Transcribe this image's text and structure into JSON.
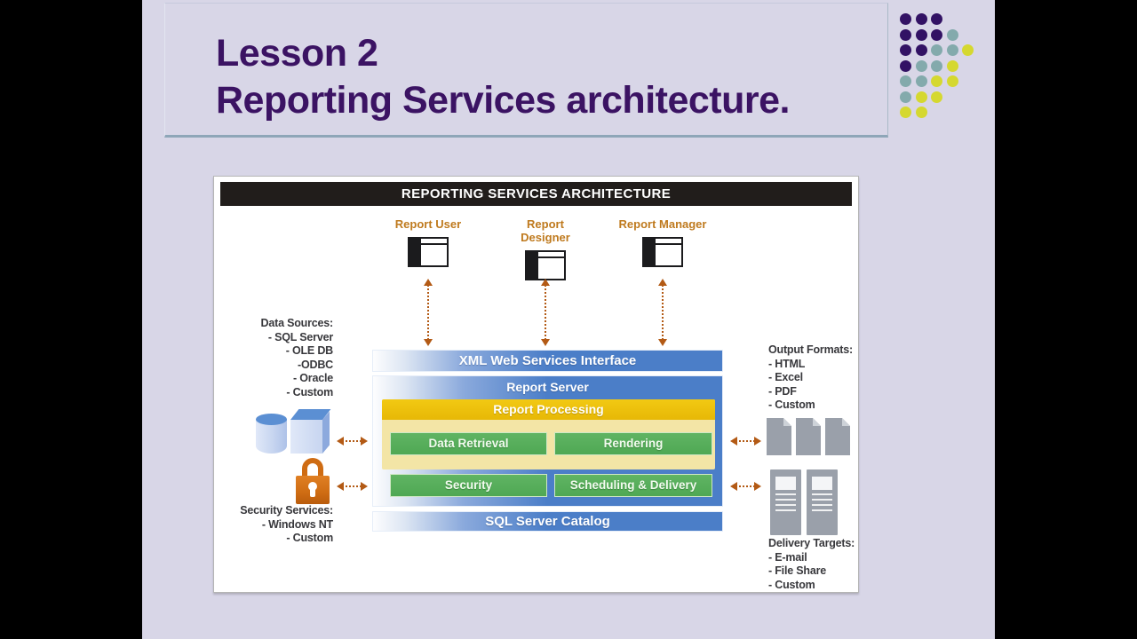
{
  "slide": {
    "title_line1": "Lesson 2",
    "title_line2": "Reporting Services architecture."
  },
  "diagram": {
    "header": "REPORTING SERVICES ARCHITECTURE",
    "actors": [
      {
        "label": "Report User"
      },
      {
        "label": "Report Designer"
      },
      {
        "label": "Report Manager"
      }
    ],
    "stack": {
      "xml_interface": "XML Web Services Interface",
      "report_server": "Report Server",
      "report_processing": "Report Processing",
      "data_retrieval": "Data Retrieval",
      "rendering": "Rendering",
      "security": "Security",
      "scheduling_delivery": "Scheduling & Delivery",
      "sql_catalog": "SQL Server Catalog"
    },
    "panels": {
      "data_sources": {
        "title": "Data Sources:",
        "items": [
          "- SQL Server",
          "- OLE DB",
          "-ODBC",
          "- Oracle",
          "- Custom"
        ]
      },
      "security_services": {
        "title": "Security Services:",
        "items": [
          "- Windows NT",
          "- Custom"
        ]
      },
      "output_formats": {
        "title": "Output Formats:",
        "items": [
          "- HTML",
          "- Excel",
          "- PDF",
          "- Custom"
        ]
      },
      "delivery_targets": {
        "title": "Delivery Targets:",
        "items": [
          "- E-mail",
          "- File Share",
          "- Custom"
        ]
      }
    },
    "icons": {
      "actors": "application-window-icon",
      "data_sources": [
        "database-cylinder-icon",
        "database-cube-icon"
      ],
      "security": "padlock-icon",
      "output_formats": "document-icon",
      "delivery_targets": "server-icon"
    }
  },
  "decoration": {
    "dots_rows": [
      [
        "purple",
        "purple",
        "purple"
      ],
      [
        "purple",
        "purple",
        "purple",
        "teal"
      ],
      [
        "purple",
        "purple",
        "teal",
        "teal",
        "yellow"
      ],
      [
        "purple",
        "teal",
        "teal",
        "yellow"
      ],
      [
        "teal",
        "teal",
        "yellow",
        "yellow"
      ],
      [
        "teal",
        "yellow",
        "yellow"
      ],
      [
        "yellow",
        "yellow"
      ]
    ]
  },
  "colors": {
    "background": "#000000",
    "slide_bg": "#d8d6e7",
    "title_text": "#3b1363",
    "title_rule": "#8ea6b8",
    "diagram_bg": "#ffffff",
    "diagram_border": "#b5b5b5",
    "header_bg": "#211d1b",
    "header_text": "#ffffff",
    "actor_label": "#bf7a1e",
    "arrow": "#b35a15",
    "blue": "#4b7ec8",
    "blue_light": "#8aa9dc",
    "gold": "#e7b806",
    "gold_light": "#f2c913",
    "cream": "#f3e5a6",
    "green": "#4fa854",
    "green_border": "#cfe8c4",
    "side_text": "#38383c",
    "icon_gray": "#9aa0aa",
    "icon_gray_light": "#cdd2d8",
    "db_light": "#c7d5f0",
    "db_dark": "#5b8fd3",
    "lock_orange": "#cf6c13",
    "dot_purple": "#321264",
    "dot_teal": "#83aaac",
    "dot_yellow": "#d5d830"
  }
}
